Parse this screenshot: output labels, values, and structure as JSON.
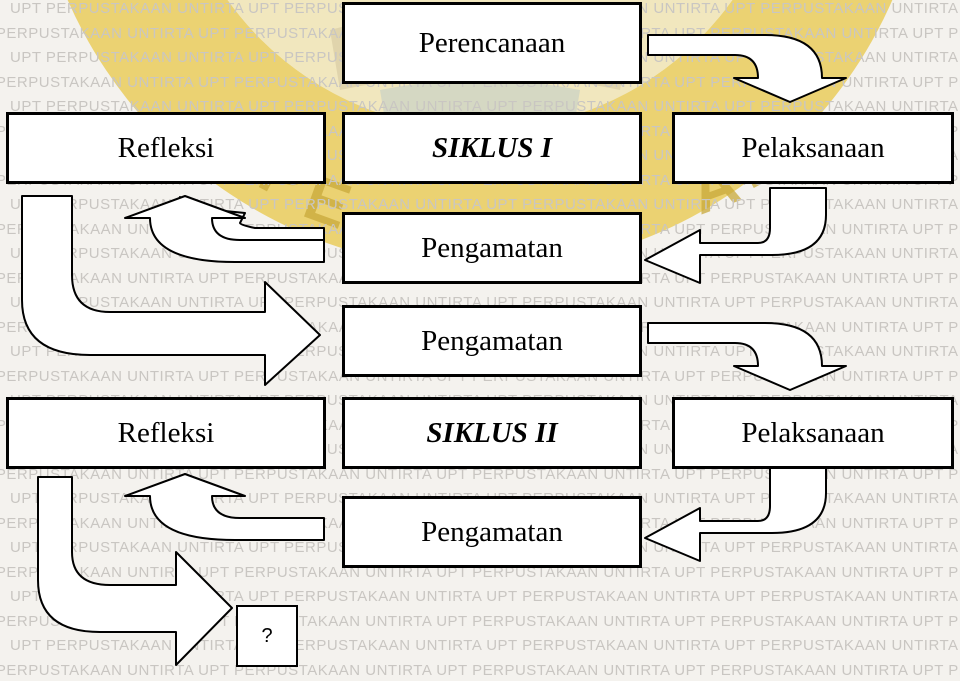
{
  "watermark": {
    "text": "UPT PERPUSTAKAAN UNTIRTA"
  },
  "cycle1": {
    "top": "Perencanaan",
    "left": "Refleksi",
    "center": "SIKLUS I",
    "right": "Pelaksanaan",
    "bottom": "Pengamatan"
  },
  "cycle2": {
    "top": "Pengamatan",
    "left": "Refleksi",
    "center": "SIKLUS II",
    "right": "Pelaksanaan",
    "bottom": "Pengamatan"
  },
  "final_box": "?",
  "colors": {
    "background": "#f4f2ee",
    "watermark": "#c9c6c2",
    "logo_gold": "#e9cd5c",
    "logo_cream": "#f1e6b8",
    "outline": "#000000",
    "fill": "#ffffff"
  }
}
